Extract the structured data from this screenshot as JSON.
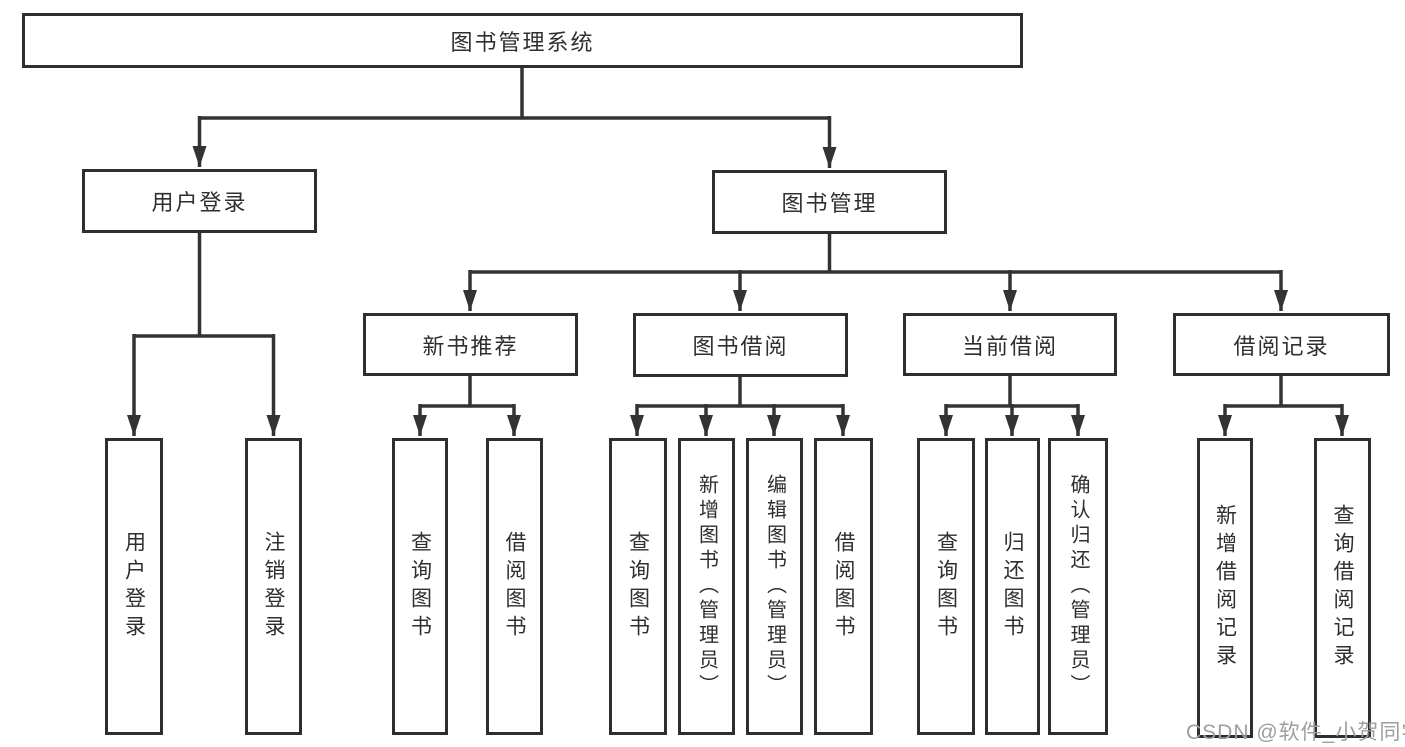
{
  "tree": {
    "root": "图书管理系统",
    "children": [
      {
        "label": "用户登录",
        "children": [
          "用户登录",
          "注销登录"
        ]
      },
      {
        "label": "图书管理",
        "children": [
          {
            "label": "新书推荐",
            "children": [
              "查询图书",
              "借阅图书"
            ]
          },
          {
            "label": "图书借阅",
            "children": [
              "查询图书",
              "新增图书（管理员）",
              "编辑图书（管理员）",
              "借阅图书"
            ]
          },
          {
            "label": "当前借阅",
            "children": [
              "查询图书",
              "归还图书",
              "确认归还（管理员）"
            ]
          },
          {
            "label": "借阅记录",
            "children": [
              "新增借阅记录",
              "查询借阅记录"
            ]
          }
        ]
      }
    ]
  },
  "watermark": {
    "text": "CSDN @软件_小贺同学"
  },
  "colors": {
    "line": "#333333",
    "box_border": "#2e2e2e",
    "text": "#2f2f2f",
    "watermark": "#9e9e9e",
    "background": "#ffffff"
  }
}
